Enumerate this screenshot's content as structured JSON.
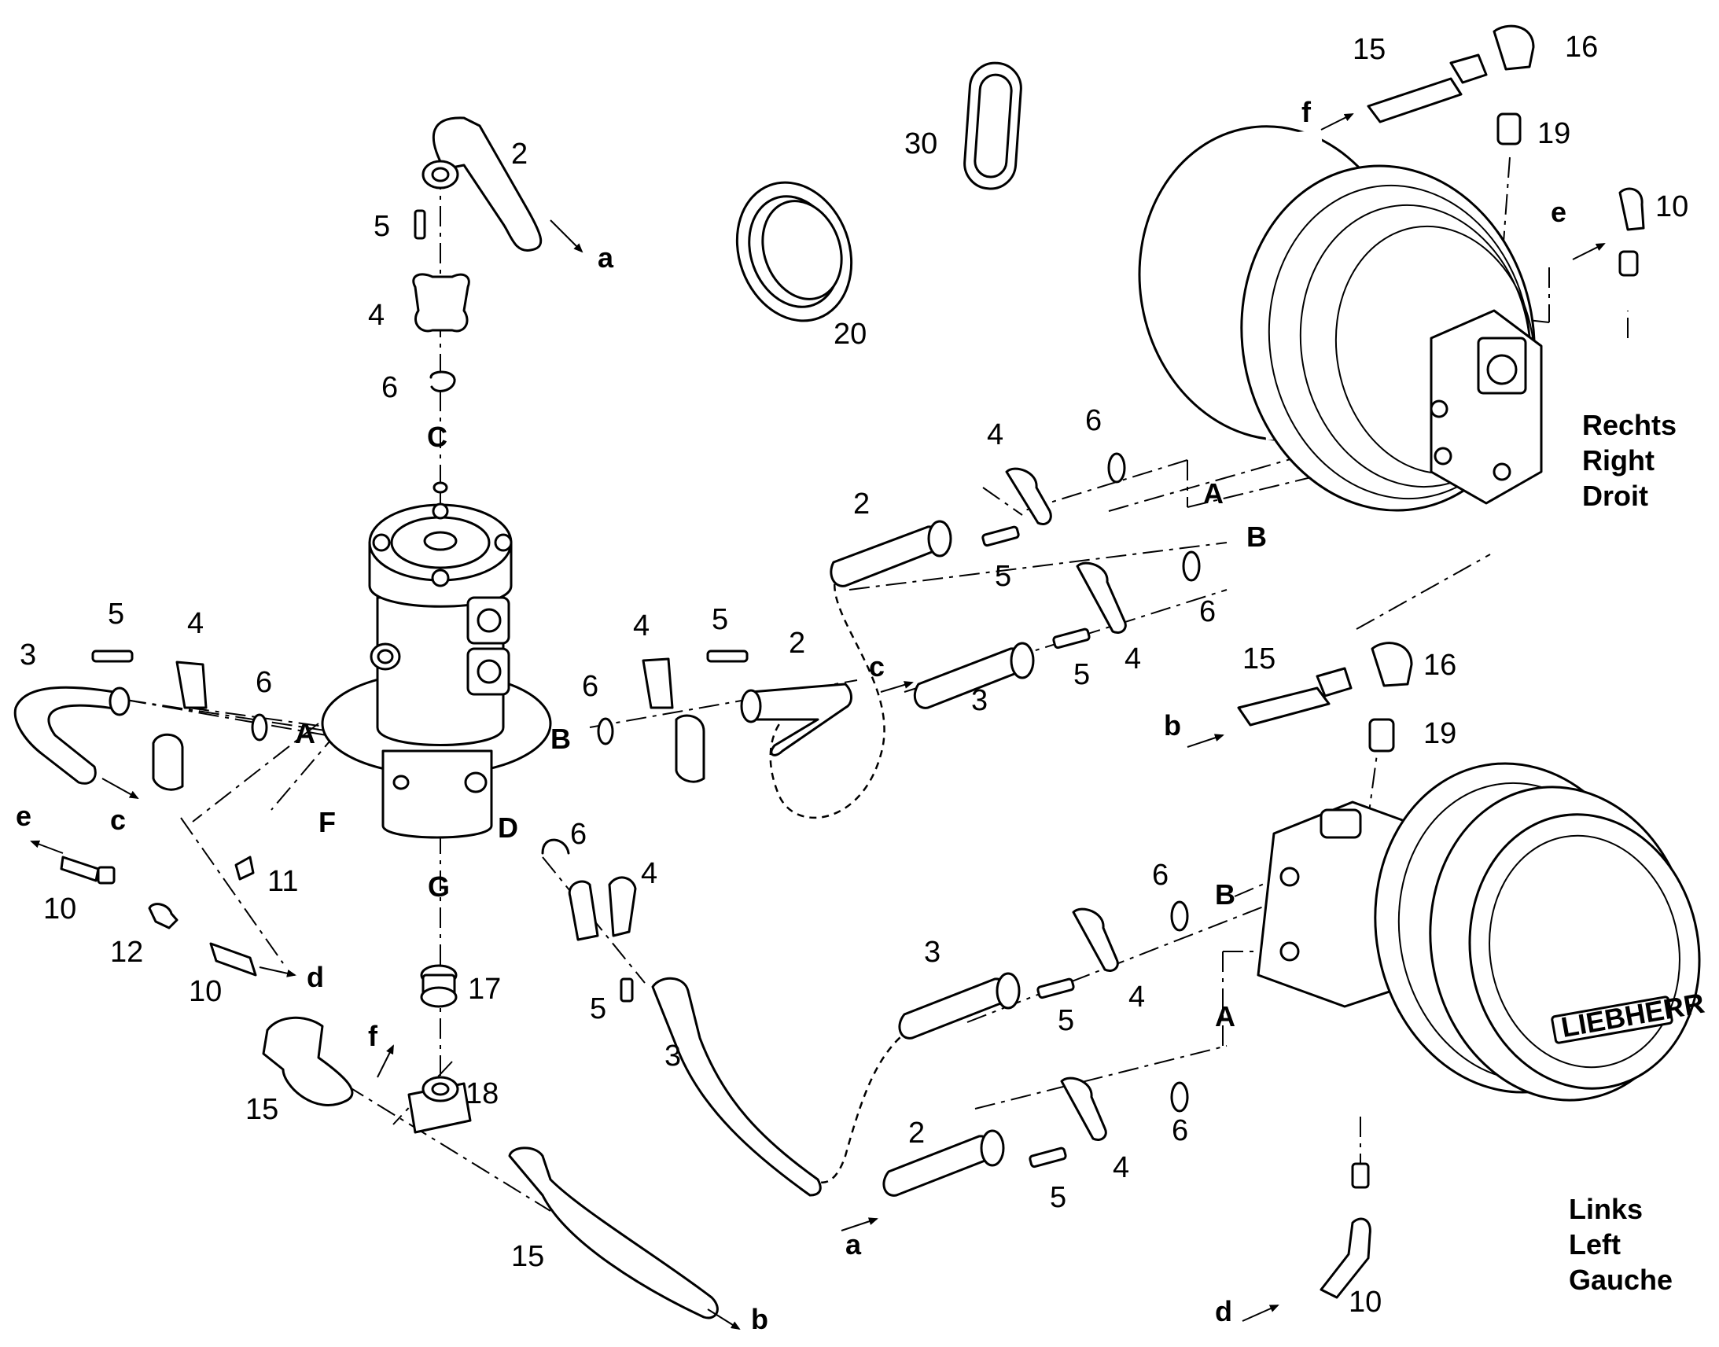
{
  "side_labels": {
    "right": [
      "Rechts",
      "Right",
      "Droit"
    ],
    "left": [
      "Links",
      "Left",
      "Gauche"
    ]
  },
  "hub_logo_text": "LIEBHERR",
  "part_numbers": [
    "2",
    "3",
    "4",
    "5",
    "6",
    "10",
    "11",
    "12",
    "15",
    "16",
    "17",
    "18",
    "19",
    "20",
    "30"
  ],
  "port_letters": [
    "A",
    "B",
    "C",
    "D",
    "F",
    "G"
  ],
  "connection_letters": [
    "a",
    "b",
    "c",
    "d",
    "e",
    "f"
  ]
}
